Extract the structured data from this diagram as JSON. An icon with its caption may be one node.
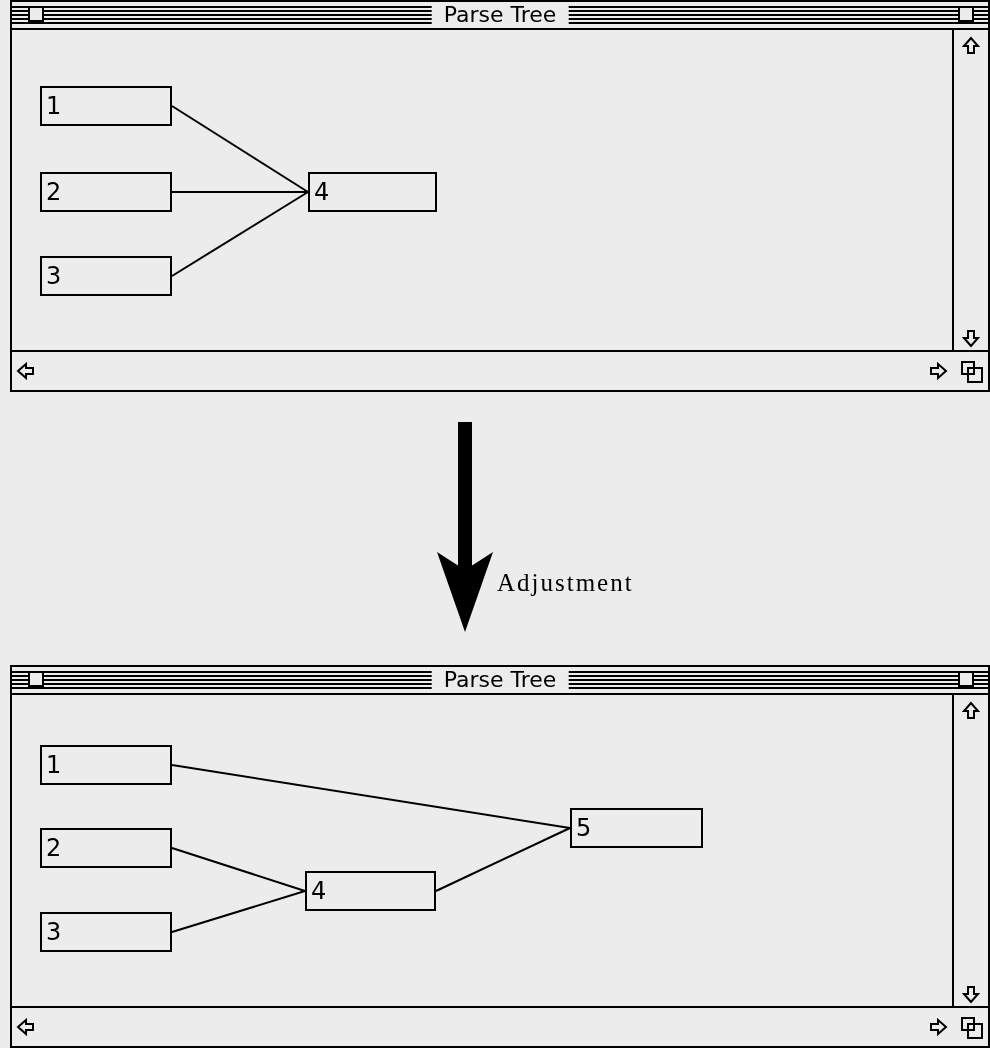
{
  "diagram": {
    "nodes": [
      {
        "text": [
          "Parse Tree"
        ]
      },
      {
        "text": [
          "1"
        ],
        "in": 0
      },
      {
        "text": [
          "2"
        ],
        "in": 0
      },
      {
        "text": [
          "3"
        ],
        "in": 0
      },
      {
        "text": [
          "4"
        ],
        "in": 0
      },
      {
        "text": [
          "Parse Tree"
        ]
      },
      {
        "text": [
          "1"
        ],
        "in": 5
      },
      {
        "text": [
          "2"
        ],
        "in": 5
      },
      {
        "text": [
          "3"
        ],
        "in": 5
      },
      {
        "text": [
          "4"
        ],
        "in": 5
      },
      {
        "text": [
          "5"
        ],
        "in": 5
      }
    ],
    "edges": [
      {
        "from": 1,
        "to": 4,
        "arrow": "none"
      },
      {
        "from": 2,
        "to": 4,
        "arrow": "none"
      },
      {
        "from": 3,
        "to": 4,
        "arrow": "none"
      },
      {
        "from": 0,
        "to": 5,
        "arrow": "to",
        "label": "Adjustment",
        "style": "thick"
      },
      {
        "from": 6,
        "to": 10,
        "arrow": "none"
      },
      {
        "from": 7,
        "to": 9,
        "arrow": "none"
      },
      {
        "from": 8,
        "to": 9,
        "arrow": "none"
      },
      {
        "from": 9,
        "to": 10,
        "arrow": "none"
      }
    ]
  }
}
